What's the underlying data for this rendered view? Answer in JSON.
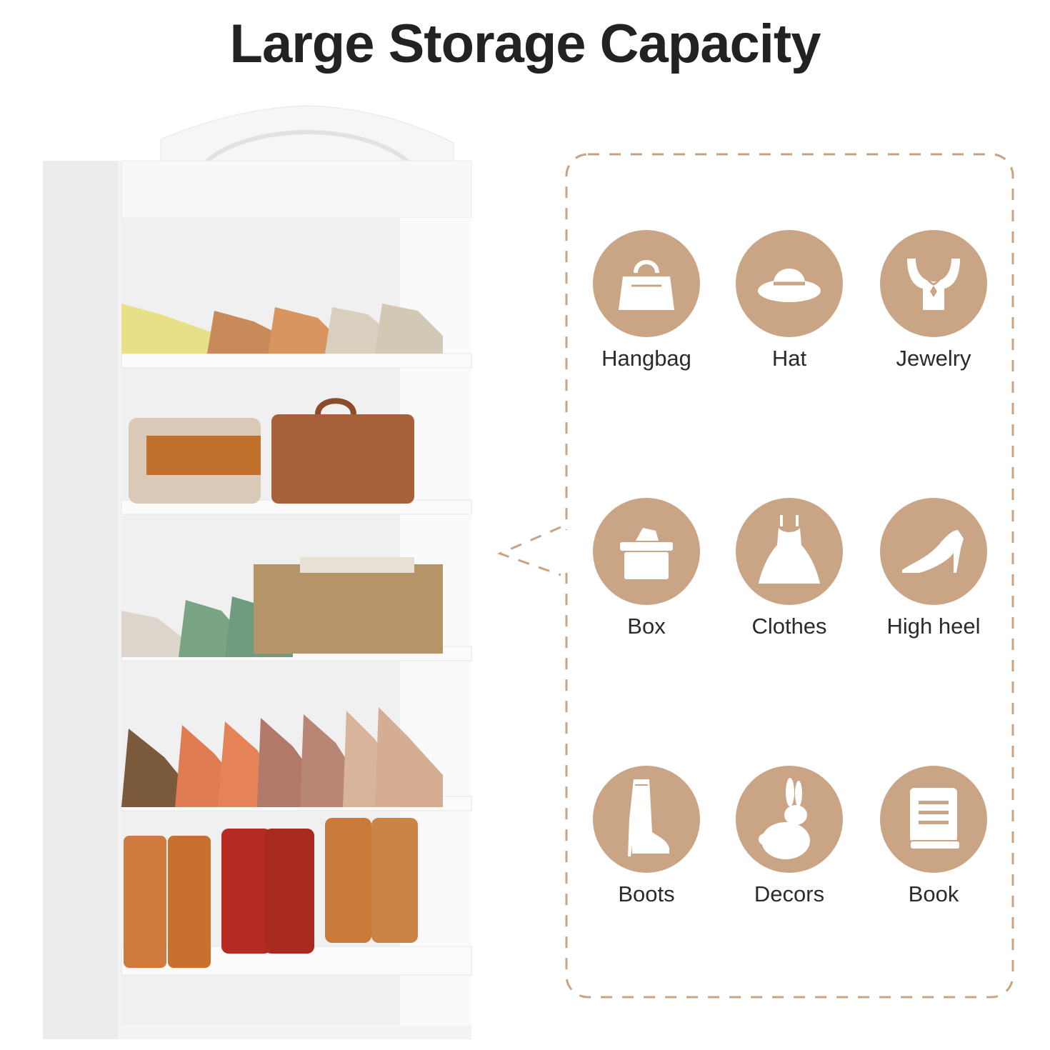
{
  "headline": "Large Storage Capacity",
  "accent_color": "#c9a585",
  "features": [
    {
      "label": "Hangbag",
      "icon": "handbag-icon"
    },
    {
      "label": "Hat",
      "icon": "hat-icon"
    },
    {
      "label": "Jewelry",
      "icon": "necklace-icon"
    },
    {
      "label": "Box",
      "icon": "box-icon"
    },
    {
      "label": "Clothes",
      "icon": "dress-icon"
    },
    {
      "label": "High heel",
      "icon": "high-heel-icon"
    },
    {
      "label": "Boots",
      "icon": "boot-icon"
    },
    {
      "label": "Decors",
      "icon": "rabbit-icon"
    },
    {
      "label": "Book",
      "icon": "book-icon"
    }
  ]
}
